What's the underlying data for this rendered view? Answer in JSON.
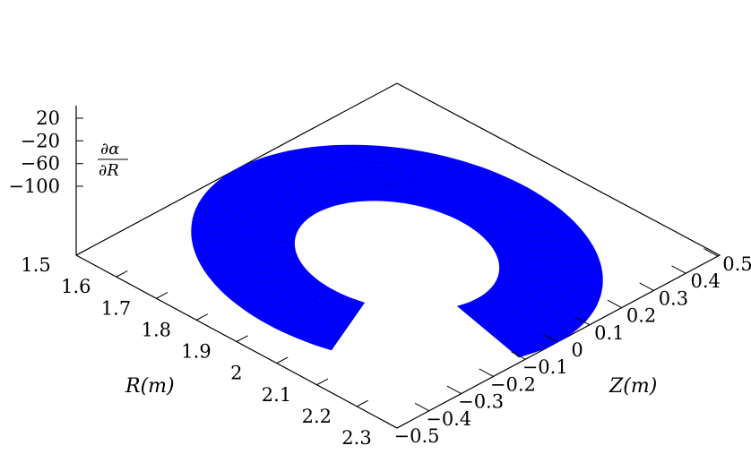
{
  "chart_data": {
    "type": "surface3d",
    "title": "",
    "xlabel": "R(m)",
    "ylabel": "Z(m)",
    "zlabel_num": "∂α",
    "zlabel_den": "∂R",
    "x_ticks": [
      "1.5",
      "1.6",
      "1.7",
      "1.8",
      "1.9",
      "2",
      "2.1",
      "2.2",
      "2.3"
    ],
    "x_values": [
      1.5,
      1.6,
      1.7,
      1.8,
      1.9,
      2.0,
      2.1,
      2.2,
      2.3
    ],
    "y_ticks": [
      "−0.5",
      "−0.4",
      "−0.3",
      "−0.2",
      "−0.1",
      "0",
      "0.1",
      "0.2",
      "0.3",
      "0.4",
      "0.5"
    ],
    "y_values": [
      -0.5,
      -0.4,
      -0.3,
      -0.2,
      -0.1,
      0,
      0.1,
      0.2,
      0.3,
      0.4,
      0.5
    ],
    "z_ticks": [
      "20",
      "−20",
      "−60",
      "−100"
    ],
    "z_values": [
      20,
      -20,
      -60,
      -100
    ],
    "xlim": [
      1.5,
      2.3
    ],
    "ylim": [
      -0.5,
      0.5
    ],
    "surface": {
      "shape": "annulus",
      "center": [
        1.9,
        0.0
      ],
      "inner_radius": 0.2,
      "outer_radius": 0.4,
      "gap_angle_deg": [
        -70,
        -15
      ],
      "color": "#0000ff",
      "mesh_color": "#0000c8"
    },
    "grid": false,
    "legend": "none"
  }
}
